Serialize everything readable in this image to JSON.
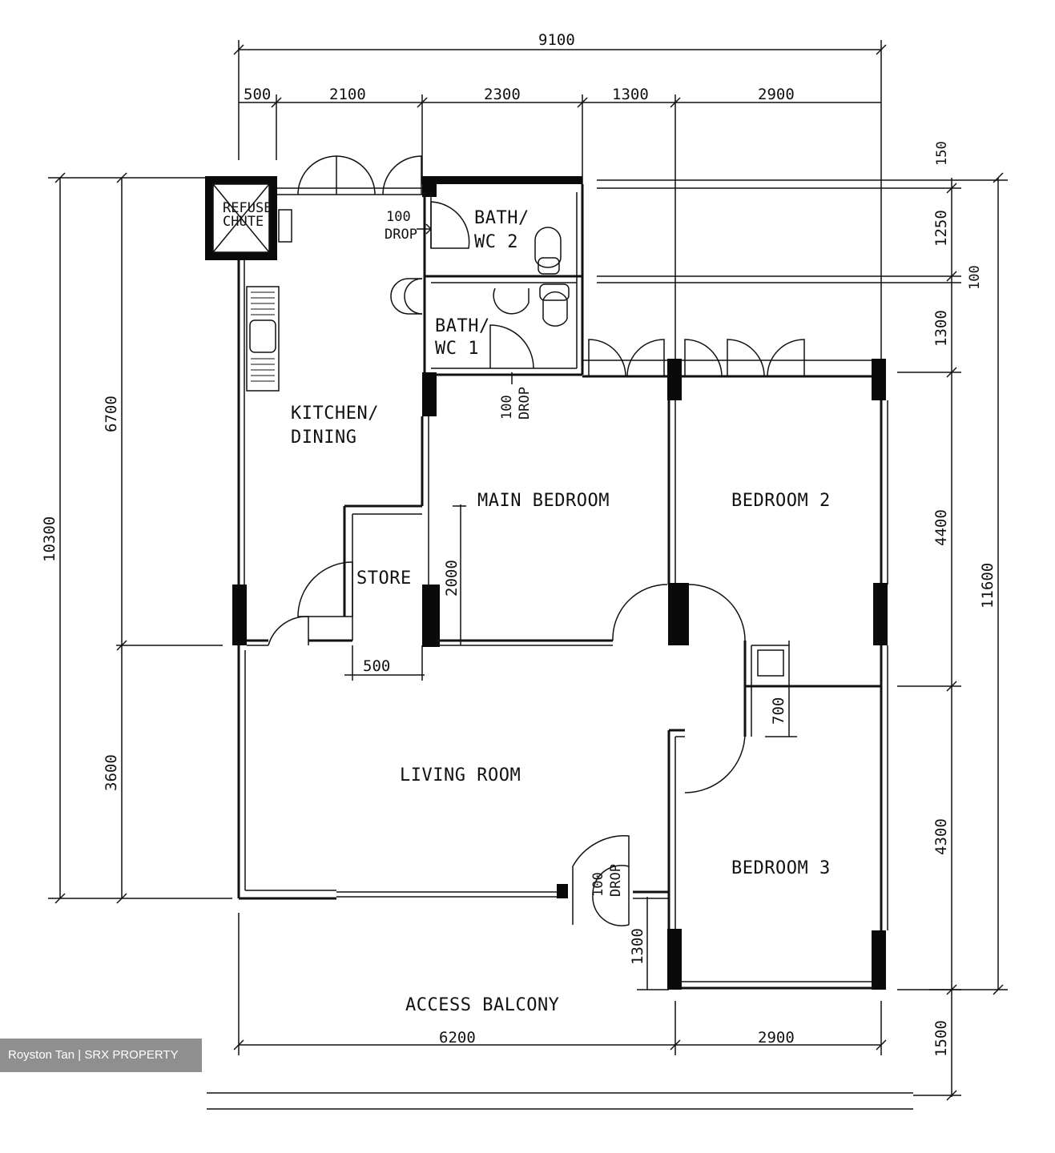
{
  "rooms": {
    "refuse_chute_1": "REFUSE",
    "refuse_chute_2": "CHUTE",
    "kitchen_1": "KITCHEN/",
    "kitchen_2": "DINING",
    "bath2_1": "BATH/",
    "bath2_2": "WC 2",
    "bath1_1": "BATH/",
    "bath1_2": "WC 1",
    "main_bedroom": "MAIN BEDROOM",
    "bedroom2": "BEDROOM 2",
    "bedroom3": "BEDROOM 3",
    "store": "STORE",
    "living": "LIVING ROOM",
    "balcony": "ACCESS BALCONY"
  },
  "notes": {
    "drop": "DROP",
    "drop_value": "100"
  },
  "dimensions": {
    "top_total": "9100",
    "top_segments": [
      "500",
      "2100",
      "2300",
      "1300",
      "2900"
    ],
    "left_total": "10300",
    "left_segments": [
      "6700",
      "3600"
    ],
    "right_segments": [
      "150",
      "1250",
      "100",
      "1300",
      "4400",
      "4300",
      "1500"
    ],
    "right_total": "11600",
    "bottom_segments": [
      "6200",
      "2900"
    ],
    "store_dim": "2000",
    "store_bottom": "500",
    "hall_dim": "700",
    "balcony_dim": "1300"
  },
  "watermark": "Royston Tan | SRX PROPERTY"
}
